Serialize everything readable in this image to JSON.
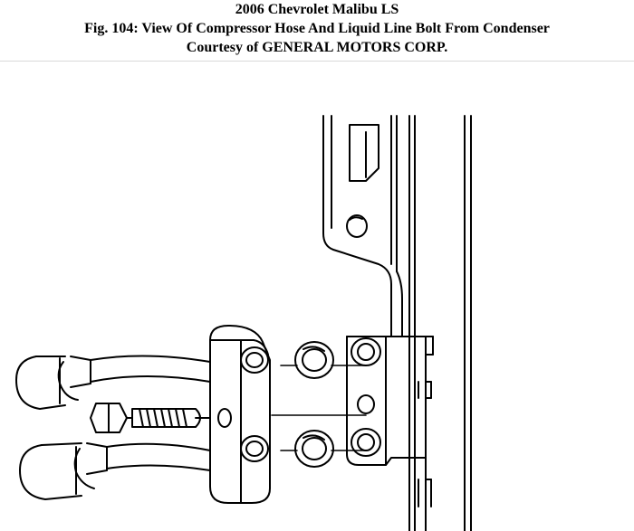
{
  "header": {
    "vehicle": "2006 Chevrolet Malibu LS",
    "caption": "Fig. 104: View Of Compressor Hose And Liquid Line Bolt From Condenser",
    "courtesy": "Courtesy of GENERAL MOTORS CORP."
  },
  "colors": {
    "line": "#000000",
    "background": "#ffffff",
    "divider": "#d9d9d9"
  }
}
